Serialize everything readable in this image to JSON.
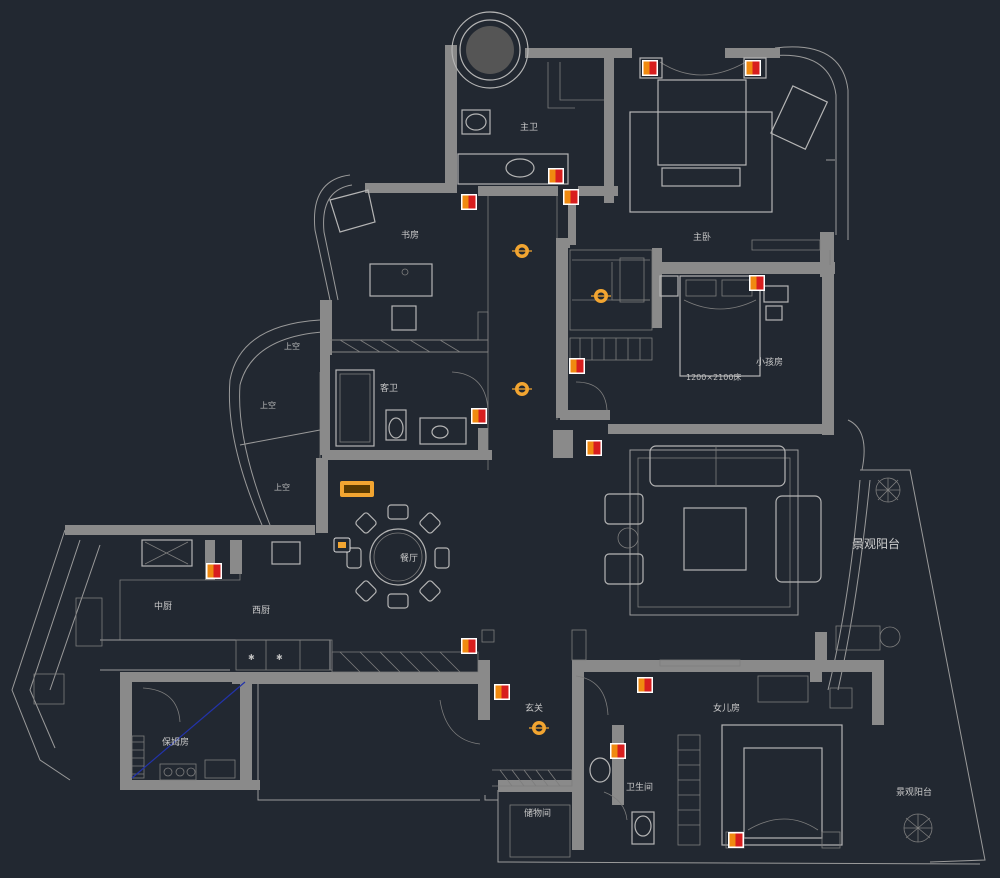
{
  "colors": {
    "background": "#222831",
    "wall": "#8a8a8a",
    "line": "#9a9a9a",
    "fixture_red": "#d81e1e",
    "fixture_orange": "#f08a10",
    "light_yellow": "#f2a531",
    "blue_line": "#2233aa"
  },
  "rooms": {
    "master_bath": "主卫",
    "study": "书房",
    "master_bedroom": "主卧",
    "kids_room": "小孩房",
    "guest_bath": "客卫",
    "dining": "餐厅",
    "kitchen": "中厨",
    "western_kitchen": "西厨",
    "nanny_room": "保姆房",
    "foyer": "玄关",
    "daughter_room": "女儿房",
    "bathroom": "卫生间",
    "storage": "储物间",
    "balcony_top": "景观阳台",
    "balcony_bottom": "景观阳台",
    "void_1": "上空",
    "void_2": "上空",
    "void_3": "上空"
  },
  "annotations": {
    "bed_size": "1200×2100床"
  },
  "icons": {
    "fixture": "electrical-panel-icon",
    "light": "ceiling-light-icon",
    "plant": "plant-icon"
  }
}
